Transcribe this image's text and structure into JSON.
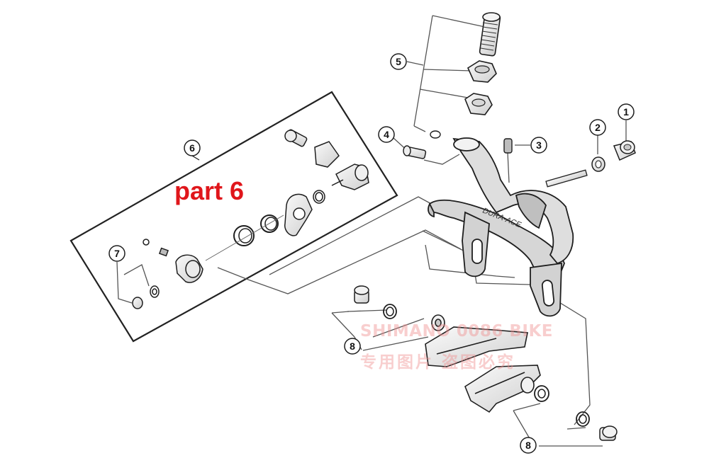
{
  "callouts": [
    "1",
    "2",
    "3",
    "4",
    "5",
    "6",
    "7",
    "8",
    "8"
  ],
  "annotation": {
    "text": "part 6",
    "color": "#e0161b"
  },
  "brand_text": "DURA-ACE",
  "watermark": {
    "line1": "SHIMANO 0086 BIKE",
    "line2": "专用图片 盗图必究",
    "color": "#f08c8c"
  },
  "colors": {
    "line": "#222222",
    "part_fill": "#e6e6e6",
    "part_stroke": "#1e1e1e",
    "leader": "#444444"
  }
}
